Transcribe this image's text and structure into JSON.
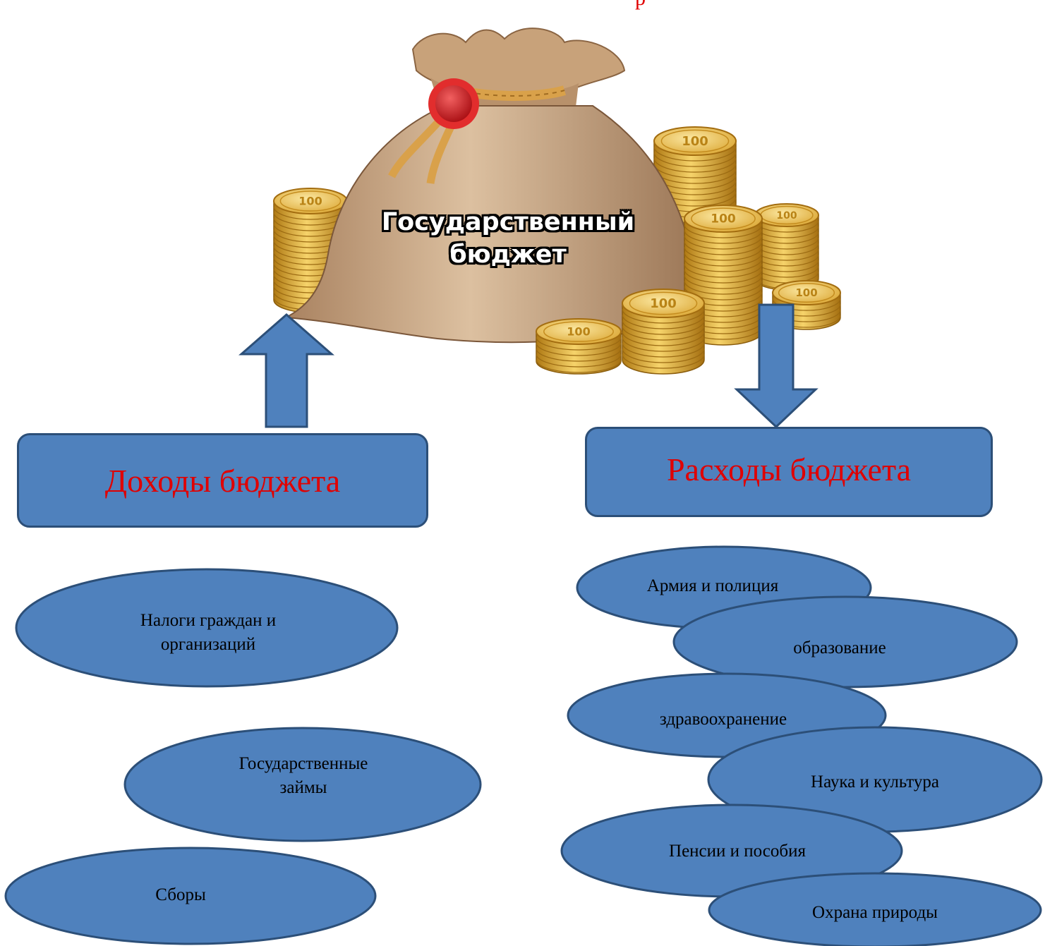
{
  "title_fragment": "р",
  "bag": {
    "label_line1": "Государственный",
    "label_line2": "бюджет",
    "coin_marking": "100"
  },
  "income": {
    "heading": "Доходы бюджета",
    "items": [
      "Налоги граждан и\nорганизаций",
      "Государственные\nзаймы",
      "Сборы"
    ]
  },
  "expense": {
    "heading": "Расходы бюджета",
    "items": [
      "Армия и полиция",
      "образование",
      "здравоохранение",
      "Наука и культура",
      "Пенсии и пособия",
      "Охрана природы"
    ]
  },
  "colors": {
    "shape_fill": "#4f81bd",
    "shape_stroke": "#2c4f78",
    "heading_text": "#e00000",
    "coin_gold": "#e8b43a",
    "bag_fill": "#c9a37c",
    "seal_red": "#c8141b"
  }
}
